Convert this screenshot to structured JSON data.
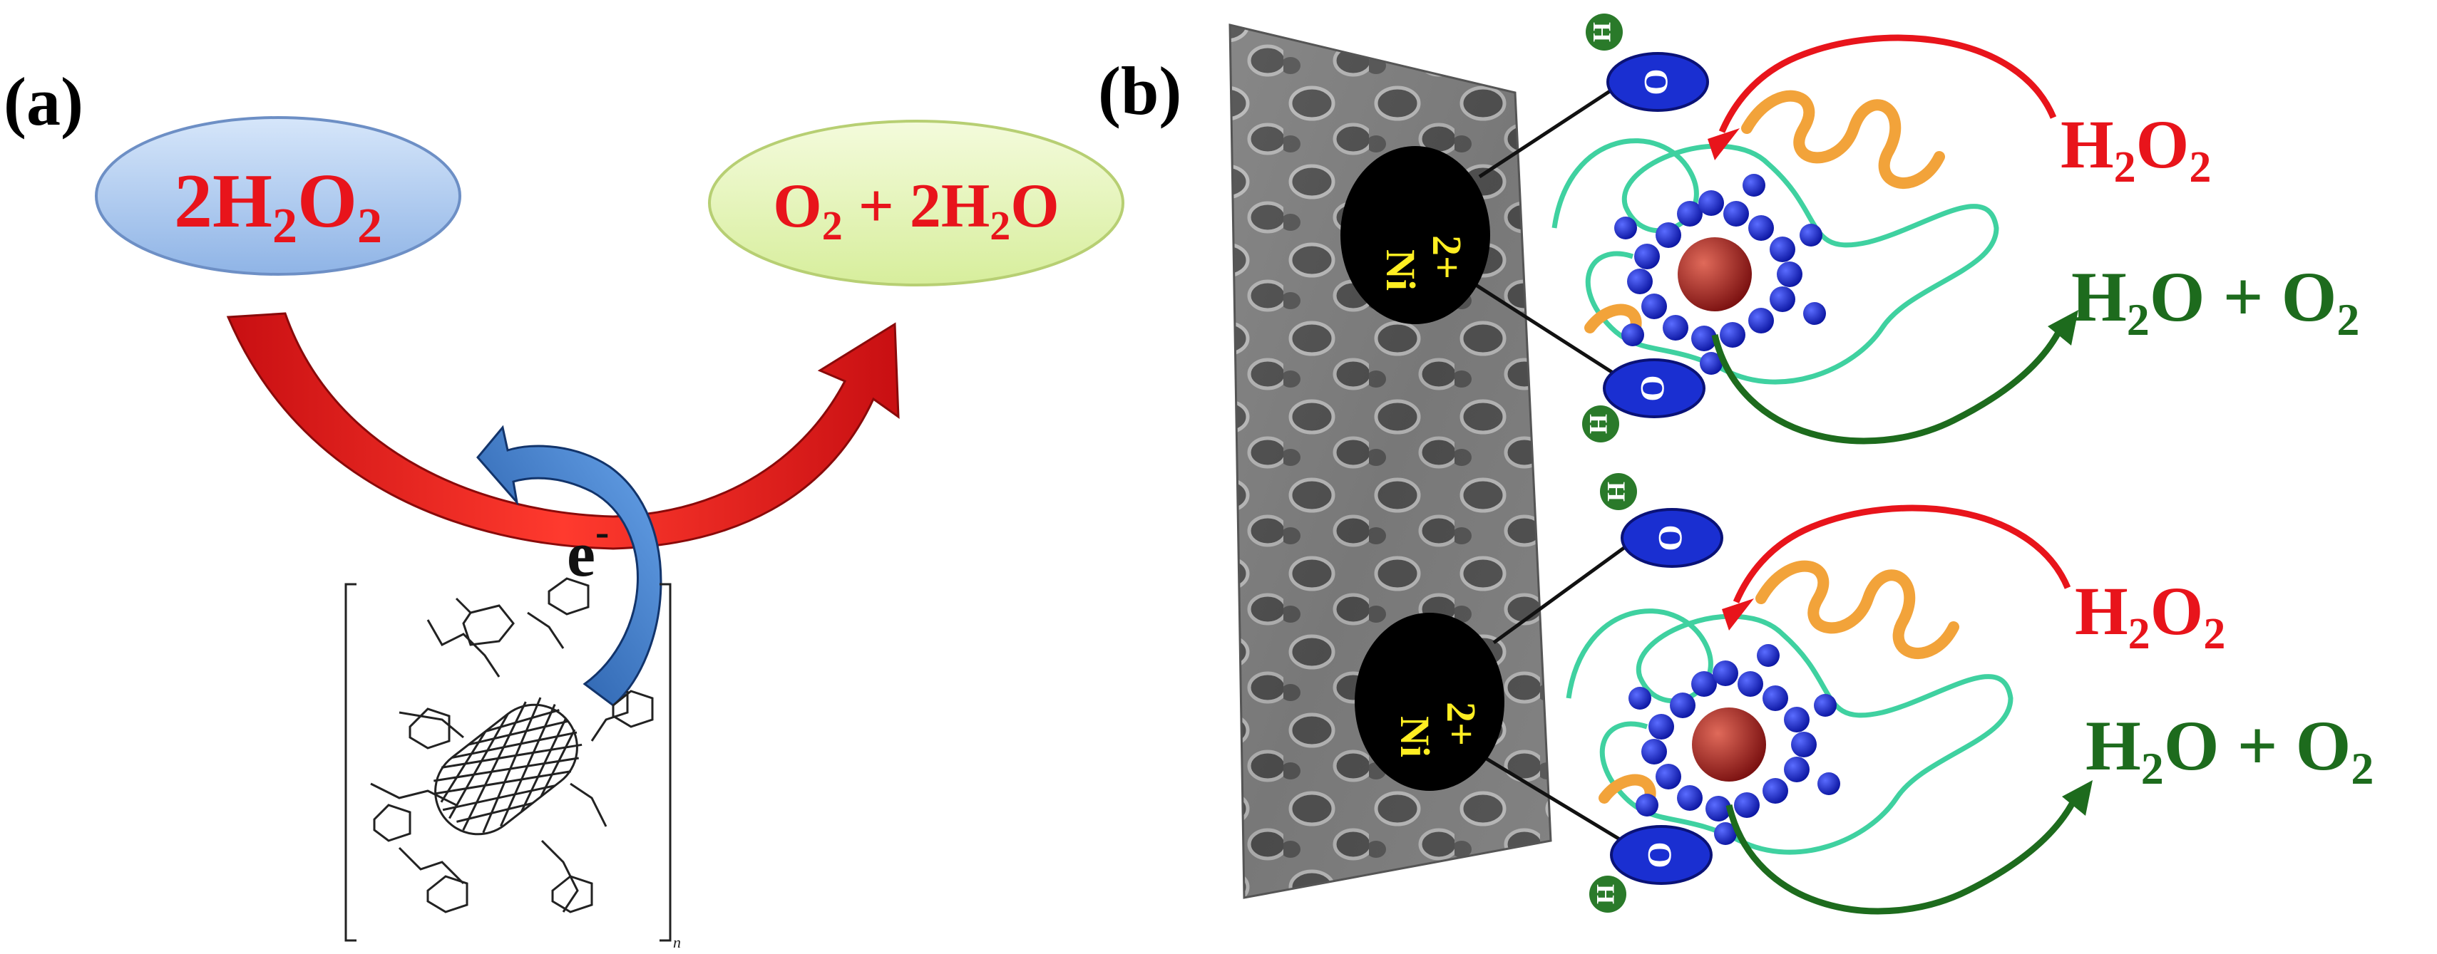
{
  "panel_a": {
    "label": "(a)",
    "reactant": {
      "main": "2H",
      "sub1": "2",
      "mid": "O",
      "sub2": "2"
    },
    "product": {
      "a": "O",
      "a_sub": "2",
      "plus": " + 2H",
      "b_sub": "2",
      "b": "O"
    },
    "electron": {
      "text": "e",
      "sup": "-"
    },
    "polymer_subscript": "n"
  },
  "panel_b": {
    "label": "(b)",
    "ni_ion": {
      "text": "Ni",
      "charge": "2+"
    },
    "hydroxyl": {
      "o": "O",
      "h": "H"
    },
    "reactant": {
      "a": "H",
      "a_sub": "2",
      "b": "O",
      "b_sub": "2"
    },
    "product": {
      "a": "H",
      "a_sub": "2",
      "b": "O + O",
      "b_sub": "2"
    }
  },
  "colors": {
    "reactant_red": "#e8141b",
    "product_green": "#1d6b1d",
    "ellipse_blue": "#a9c8ee",
    "ellipse_green": "#e8f7b8",
    "electron_blue": "#2a6fc4",
    "ni_black": "#000000",
    "ni_text": "#ffee22",
    "oxygen_blue": "#1a2fd1",
    "hydrogen_green": "#2a7a2a"
  }
}
